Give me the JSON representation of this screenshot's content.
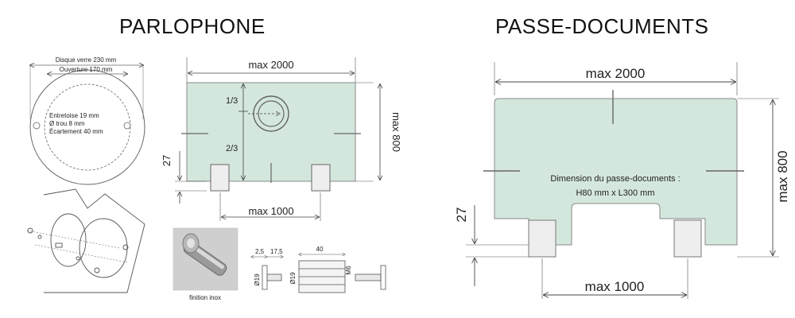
{
  "titles": {
    "left": "PARLOPHONE",
    "right": "PASSE-DOCUMENTS"
  },
  "disc": {
    "outer_label": "Disque verre 230 mm",
    "inner_label": "Ouverture 170 mm",
    "spacer_lines": [
      "Entretoise 19 mm",
      "Ø trou 8 mm",
      "Écartement 40 mm"
    ]
  },
  "parlophone_plan": {
    "width_label": "max 2000",
    "height_label": "max 800",
    "bottom_label": "max 1000",
    "side_label": "27",
    "upper_fraction": "1/3",
    "lower_fraction": "2/3"
  },
  "hardware": {
    "photo_caption": "finition inox",
    "dims": [
      "2,5",
      "17,5",
      "40",
      "Ø19",
      "Ø19",
      "M6"
    ]
  },
  "passe_plan": {
    "width_label": "max 2000",
    "height_label": "max 800",
    "bottom_label": "max 1000",
    "side_label": "27",
    "note_line1": "Dimension du passe-documents :",
    "note_line2": "H80 mm x L300 mm"
  },
  "colors": {
    "glass": "#d4e7dd",
    "line": "#555555",
    "metal": "#e8e8e8"
  }
}
